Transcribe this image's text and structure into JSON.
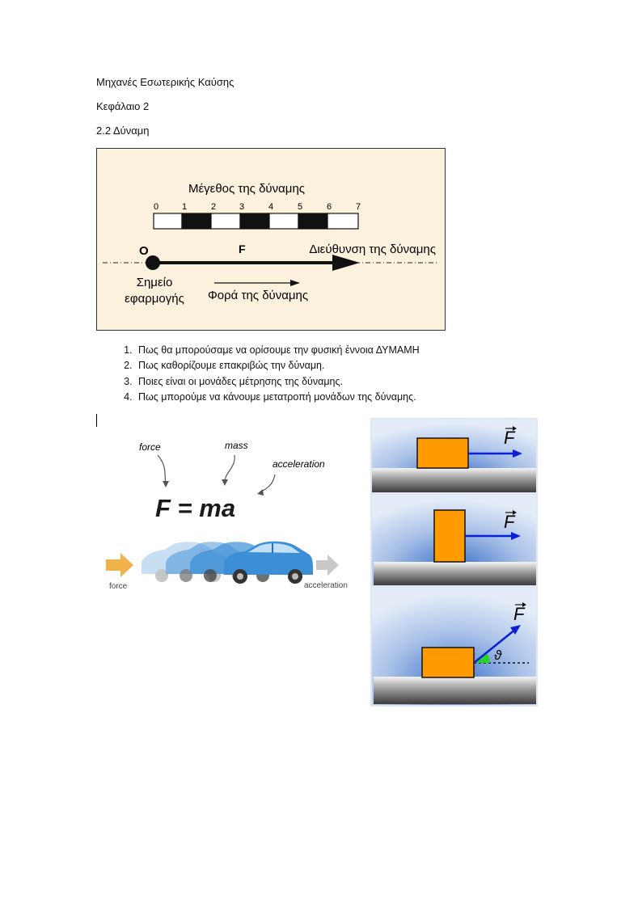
{
  "document": {
    "line1": "Μηχανές Εσωτερικής Καύσης",
    "line2": "Κεφάλαιο 2",
    "line3": "2.2 Δύναμη"
  },
  "figure_force_vector": {
    "scale_title": "Μέγεθος της δύναμης",
    "scale_ticks": [
      "0",
      "1",
      "2",
      "3",
      "4",
      "5",
      "6",
      "7"
    ],
    "origin_label": "O",
    "vector_label": "F",
    "direction_label": "Διεύθυνση της δύναμης",
    "application_point_label_1": "Σημείο",
    "application_point_label_2": "εφαρμογής",
    "sense_label": "Φορά της δύναμης",
    "bg_color": "#fbf1dc"
  },
  "questions": [
    "Πως θα μπορούσαμε να ορίσουμε την φυσική έννοια ΔΥΜΑΜΗ",
    "Πως καθορίζουμε επακριβώς την δύναμη.",
    "Ποιες είναι οι μονάδες μέτρησης της δύναμης.",
    "Πως μπορούμε  να κάνουμε μετατροπή μονάδων της δύναμης."
  ],
  "figure_newton": {
    "force_label": "force",
    "mass_label": "mass",
    "acceleration_label": "acceleration",
    "equation": "F = ma",
    "bottom_force_label": "force",
    "bottom_acceleration_label": "acceleration",
    "car_color": "#3c8fd6",
    "force_arrow_color": "#f2b24a"
  },
  "figure_blocks": {
    "force_symbol": "F",
    "angle_symbol": "ϑ",
    "block_color": "#ff9a00",
    "arrow_color": "#0a1fd6"
  }
}
